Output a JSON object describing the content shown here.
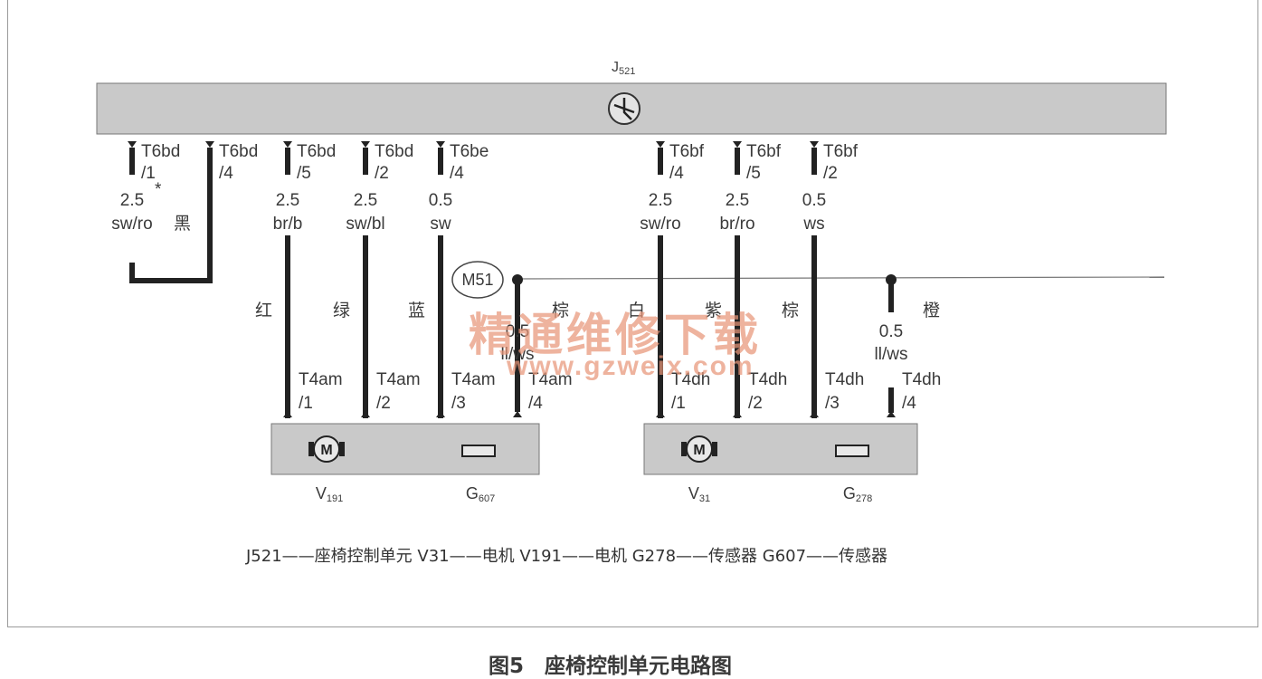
{
  "ecu": {
    "name": "J",
    "sub": "521"
  },
  "top_connectors": [
    {
      "id": "t6bd1",
      "pin": "T6bd",
      "num": "/1",
      "size": "2.5",
      "color": "sw/ro",
      "star": "*",
      "cn": "黑"
    },
    {
      "id": "t6bd4",
      "pin": "T6bd",
      "num": "/4",
      "size": "",
      "color": "",
      "star": "",
      "cn": ""
    },
    {
      "id": "t6bd5",
      "pin": "T6bd",
      "num": "/5",
      "size": "2.5",
      "color": "br/b",
      "star": "",
      "cn": "红"
    },
    {
      "id": "t6bd2",
      "pin": "T6bd",
      "num": "/2",
      "size": "2.5",
      "color": "sw/bl",
      "star": "",
      "cn": "绿"
    },
    {
      "id": "t6be4",
      "pin": "T6be",
      "num": "/4",
      "size": "0.5",
      "color": "sw",
      "star": "",
      "cn": "蓝"
    },
    {
      "id": "t6bf4",
      "pin": "T6bf",
      "num": "/4",
      "size": "2.5",
      "color": "sw/ro",
      "star": "",
      "cn": "白"
    },
    {
      "id": "t6bf5",
      "pin": "T6bf",
      "num": "/5",
      "size": "2.5",
      "color": "br/ro",
      "star": "",
      "cn": "紫"
    },
    {
      "id": "t6bf2",
      "pin": "T6bf",
      "num": "/2",
      "size": "0.5",
      "color": "ws",
      "star": "",
      "cn": "棕"
    }
  ],
  "ground": {
    "label": "M51"
  },
  "extra_wires": [
    {
      "id": "g607-4-wire",
      "size": "0.5",
      "color": "ll/ws",
      "cn": "棕"
    },
    {
      "id": "g278-4-wire",
      "size": "0.5",
      "color": "ll/ws",
      "cn": "橙"
    }
  ],
  "bottom_connectors": [
    {
      "pin": "T4am",
      "num": "/1"
    },
    {
      "pin": "T4am",
      "num": "/2"
    },
    {
      "pin": "T4am",
      "num": "/3"
    },
    {
      "pin": "T4am",
      "num": "/4"
    },
    {
      "pin": "T4dh",
      "num": "/1"
    },
    {
      "pin": "T4dh",
      "num": "/2"
    },
    {
      "pin": "T4dh",
      "num": "/3"
    },
    {
      "pin": "T4dh",
      "num": "/4"
    }
  ],
  "components": [
    {
      "id": "v191",
      "name": "V",
      "sub": "191",
      "kind": "motor"
    },
    {
      "id": "g607",
      "name": "G",
      "sub": "607",
      "kind": "sensor"
    },
    {
      "id": "v31",
      "name": "V",
      "sub": "31",
      "kind": "motor"
    },
    {
      "id": "g278",
      "name": "G",
      "sub": "278",
      "kind": "sensor"
    }
  ],
  "motor_symbol": "M",
  "legend": "J521——座椅控制单元 V31——电机 V191——电机 G278——传感器 G607——传感器",
  "caption": "图5　座椅控制单元电路图",
  "watermark": {
    "cn": "精通维修下载",
    "url": "www.gzweix.com"
  },
  "colors": {
    "ecu_fill": "#c9c9c9",
    "wire": "#222222",
    "watermark": "#e8967a"
  }
}
